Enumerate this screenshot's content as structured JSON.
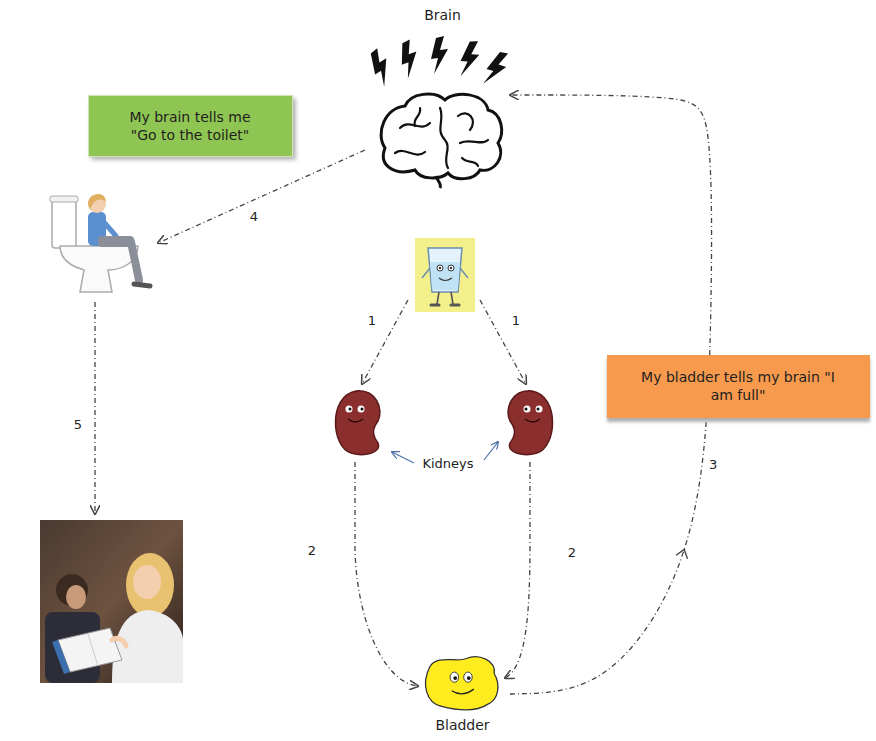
{
  "diagram": {
    "nodes": [
      {
        "text": [
          "Brain"
        ]
      },
      {
        "text": [
          "My brain tells me \"Go to the toilet\""
        ]
      },
      {
        "text": [
          "My bladder tells my brain \"I am full\""
        ]
      },
      {
        "text": [
          "Bladder"
        ]
      }
    ],
    "edges": [
      {
        "from": 3,
        "to": 0,
        "arrow": "to",
        "label": "3"
      }
    ],
    "labels": [
      "4",
      "1",
      "1",
      "5",
      "Kidneys",
      "2",
      "2"
    ]
  }
}
